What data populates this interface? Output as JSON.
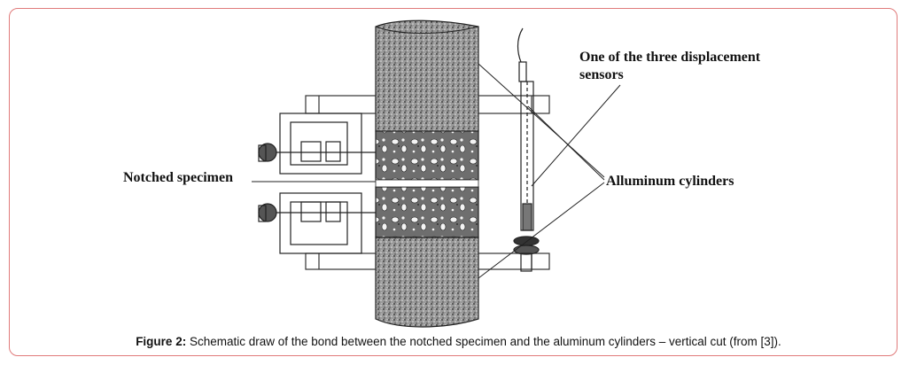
{
  "labels": {
    "sensor_line1": "One of the three displacement",
    "sensor_line2": "sensors",
    "cylinders": "Alluminum cylinders",
    "specimen": "Notched specimen"
  },
  "caption": {
    "prefix": "Figure 2:",
    "text": " Schematic draw of the bond between the notched specimen and the aluminum cylinders – vertical cut (from [3])."
  },
  "colors": {
    "frame_border": "#e07a7a",
    "ink": "#111111"
  }
}
